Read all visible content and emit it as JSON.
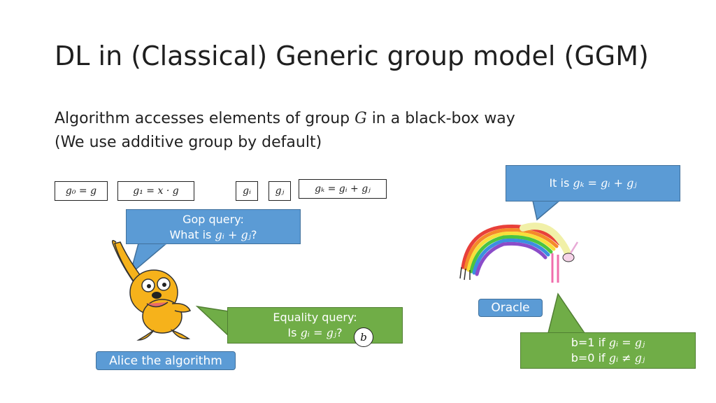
{
  "slide": {
    "title": "DL in (Classical) Generic group model (GGM)",
    "line1_pre": "Algorithm accesses elements of group ",
    "line1_var": "G",
    "line1_post": " in a black-box way",
    "line2": "(We use additive group by default)"
  },
  "boxes": {
    "g0": "g₀ = g",
    "g1": "g₁ = x · g",
    "gi": "gᵢ",
    "gj": "gⱼ",
    "gk": "gₖ = gᵢ + gⱼ"
  },
  "callouts": {
    "oracle_reply_pre": "It is ",
    "oracle_reply_math": "gₖ = gᵢ + gⱼ",
    "gop_line1": "Gop query:",
    "gop_line2_pre": "What is ",
    "gop_line2_math": "gᵢ + gⱼ",
    "gop_line2_post": "?",
    "eq_line1": "Equality query:",
    "eq_line2_pre": "Is ",
    "eq_line2_math": "gᵢ = gⱼ",
    "eq_line2_post": "?",
    "b_circle": "b",
    "answer_line1_pre": "b=1 if ",
    "answer_line1_math": "gᵢ = gⱼ",
    "answer_line2_pre": "b=0 if ",
    "answer_line2_math": "gᵢ ≠ gⱼ"
  },
  "labels": {
    "oracle": "Oracle",
    "alice": "Alice the algorithm"
  },
  "colors": {
    "blue": "#5b9bd5",
    "green": "#70ad47",
    "jake": "#f6b21b"
  }
}
